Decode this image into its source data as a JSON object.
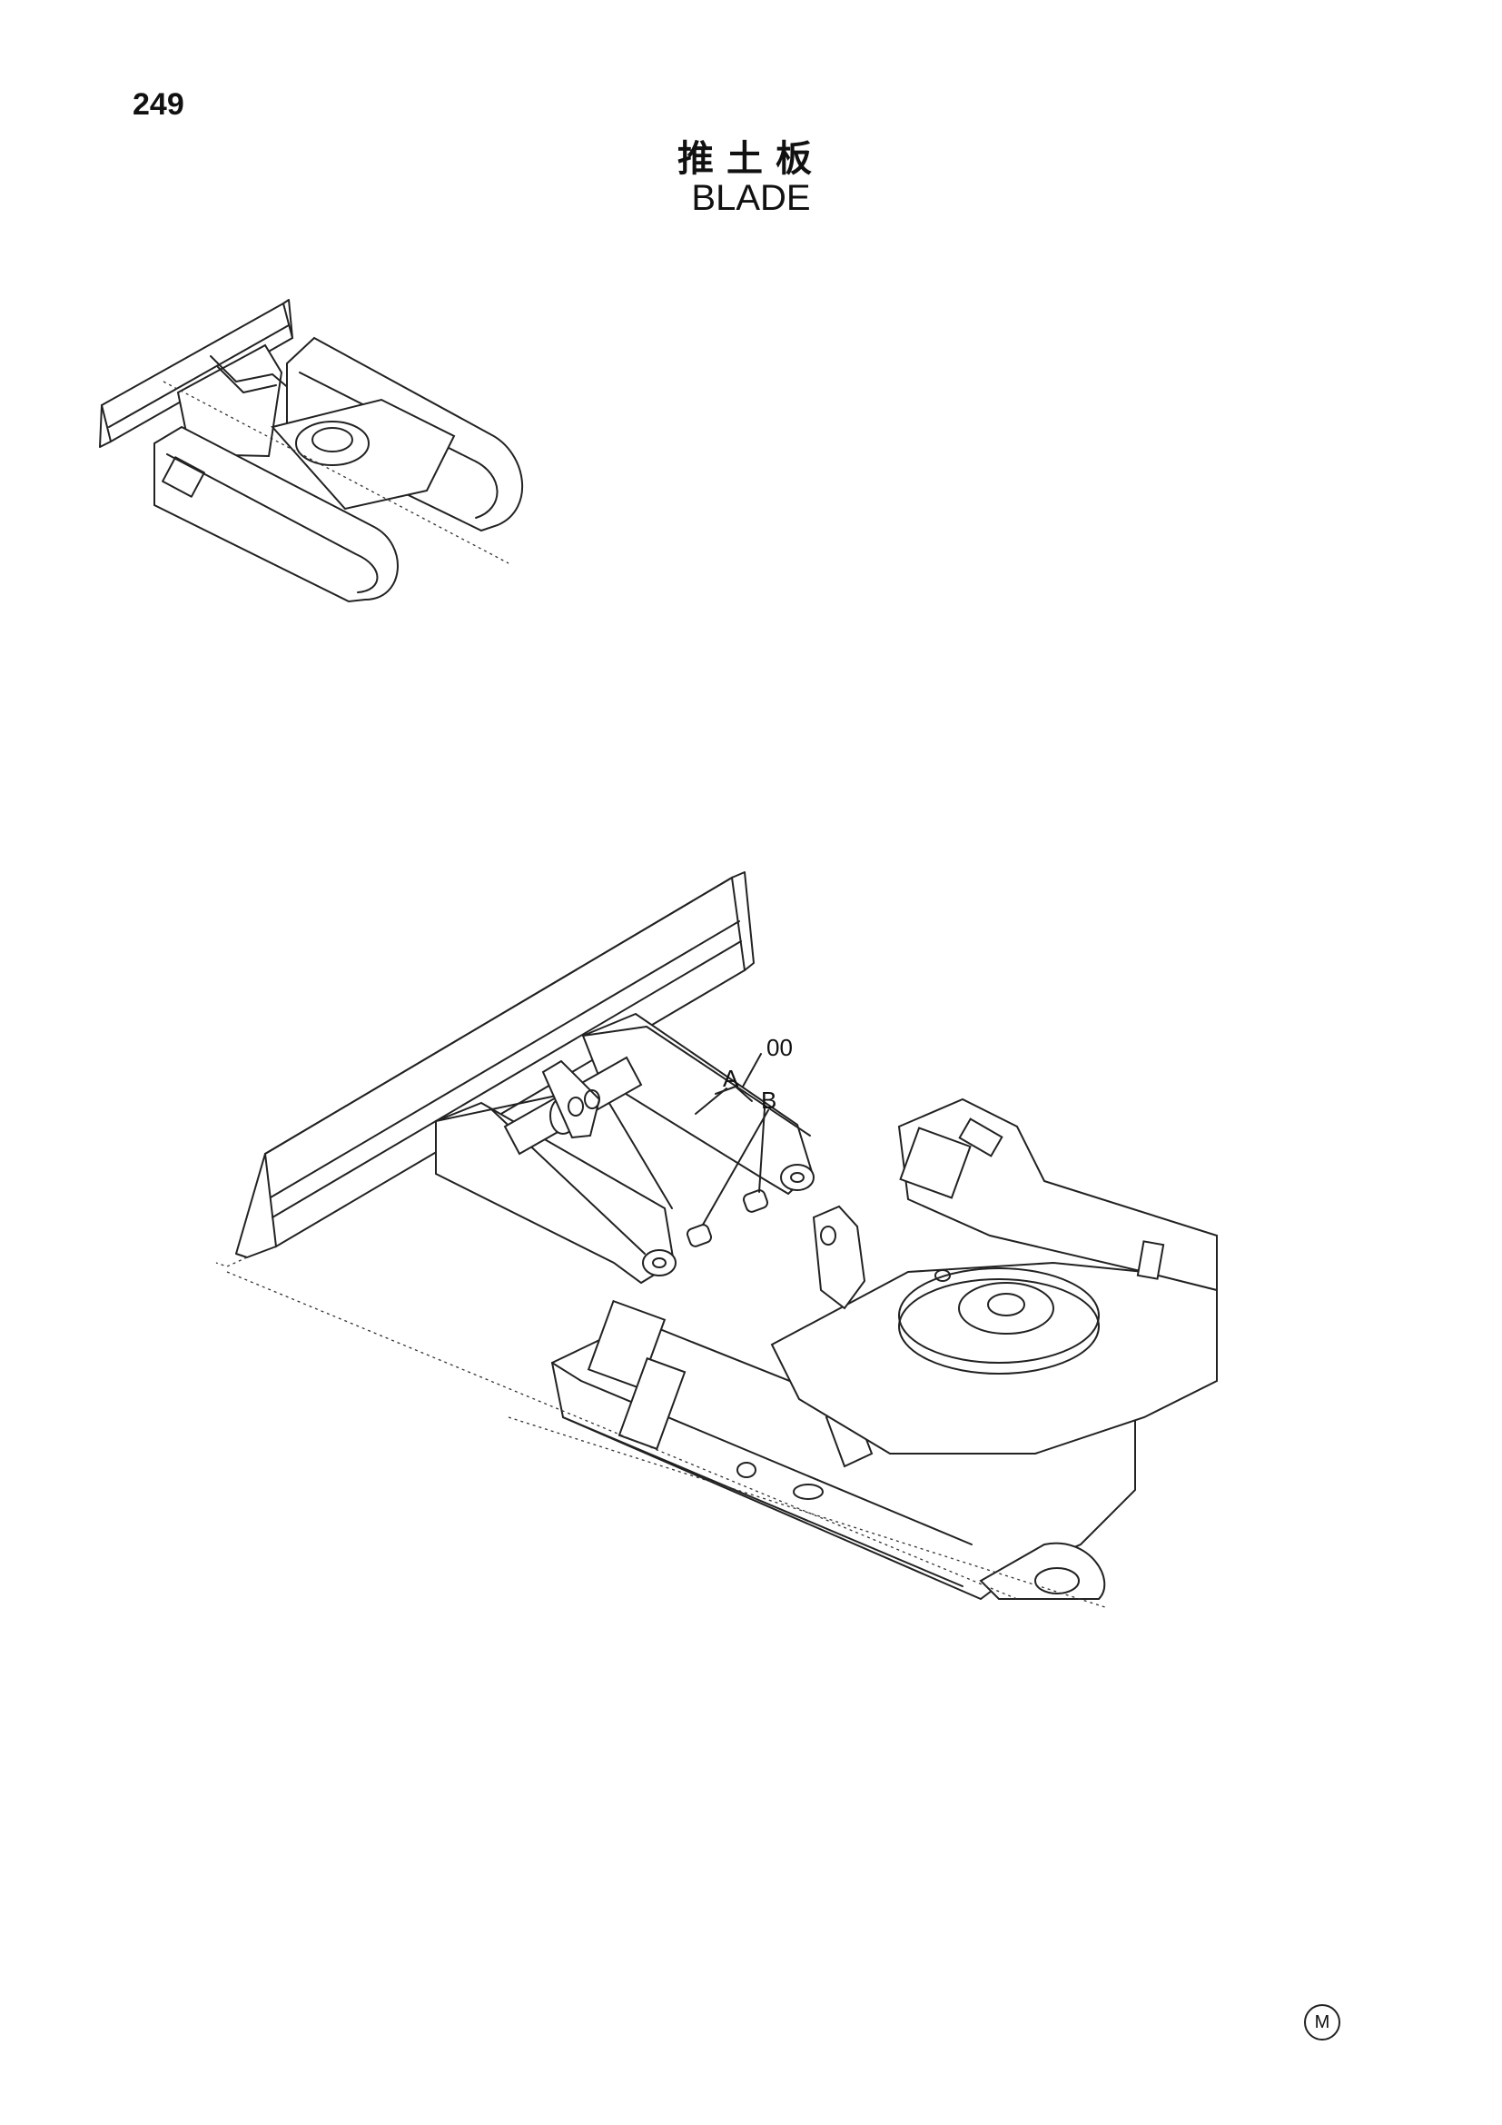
{
  "header": {
    "page_number": "249",
    "title_cn": "推土板",
    "title_en": "BLADE"
  },
  "callouts": {
    "part_ref": "00",
    "label_a": "A",
    "label_b": "B"
  },
  "footer": {
    "mark": "M"
  },
  "icons": {
    "overview_drawing": "excavator-undercarriage-overview",
    "detail_drawing": "blade-assembly-detail",
    "footer_mark": "circled-m-mark"
  }
}
